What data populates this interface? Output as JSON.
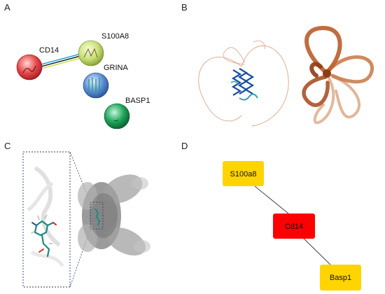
{
  "panels": {
    "a": {
      "letter": "A",
      "nodes": [
        {
          "label": "CD14",
          "color": "#e8474a"
        },
        {
          "label": "S100A8",
          "color": "#c9e07a"
        },
        {
          "label": "GRINA",
          "color": "#5b8fd6"
        },
        {
          "label": "BASP1",
          "color": "#1ea45a"
        }
      ]
    },
    "b": {
      "letter": "B"
    },
    "c": {
      "letter": "C"
    },
    "d": {
      "letter": "D",
      "boxes": [
        {
          "label": "S100a8",
          "color": "#ffd400"
        },
        {
          "label": "Cd14",
          "color": "#ff0000"
        },
        {
          "label": "Basp1",
          "color": "#ffd400"
        }
      ]
    }
  }
}
